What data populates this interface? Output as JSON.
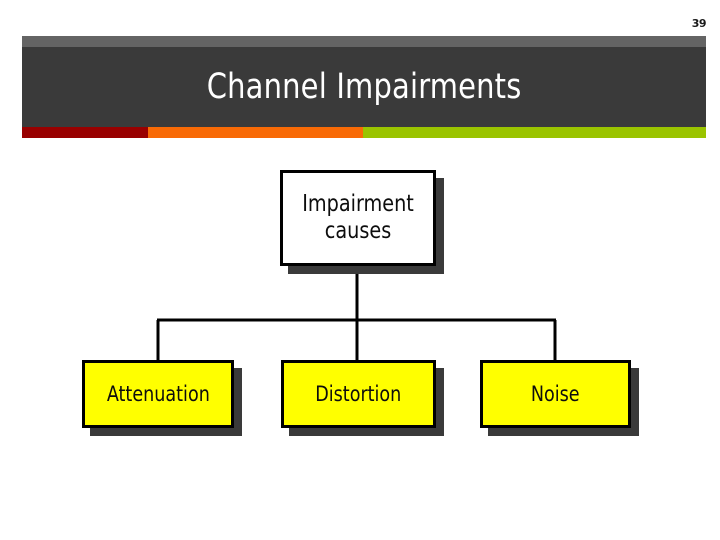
{
  "slide": {
    "page_number": "39",
    "title": "Channel Impairments",
    "accent_colors": {
      "dark_red": "#990000",
      "orange": "#f86a06",
      "green": "#9ac400"
    },
    "banner_background": "#3a3a3a",
    "banner_top_strip": "#646464"
  },
  "diagram": {
    "type": "tree",
    "root": {
      "label_line_1": "Impairment",
      "label_line_2": "causes",
      "fill": "#ffffff",
      "border": "#000000"
    },
    "children": [
      {
        "label": "Attenuation",
        "fill": "#ffff00",
        "border": "#000000"
      },
      {
        "label": "Distortion",
        "fill": "#ffff00",
        "border": "#000000"
      },
      {
        "label": "Noise",
        "fill": "#ffff00",
        "border": "#000000"
      }
    ],
    "connector_color": "#000000"
  }
}
